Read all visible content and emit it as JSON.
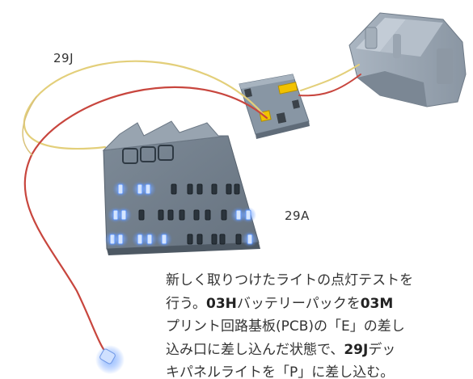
{
  "callouts": {
    "part_29j": "29J",
    "part_29a": "29A"
  },
  "instructions": {
    "line1": "新しく取りつけたライトの点灯テストを",
    "line2_pre": "行う。",
    "line2_part1": "03H",
    "line2_mid": "バッテリーパックを",
    "line2_part2": "03M",
    "line3": "プリント回路基板(PCB)の「E」の差し",
    "line4_pre": "込み口に差し込んだ状態で、",
    "line4_part": "29J",
    "line4_post": "デッ",
    "line5": "キパネルライトを「P」に差し込む。"
  },
  "colors": {
    "model_gray": "#8e9aa6",
    "led_glow": "#4f8cff",
    "wire_yellow": "#e3cf7a",
    "wire_red": "#c8463e",
    "connector": "#f2c200"
  }
}
